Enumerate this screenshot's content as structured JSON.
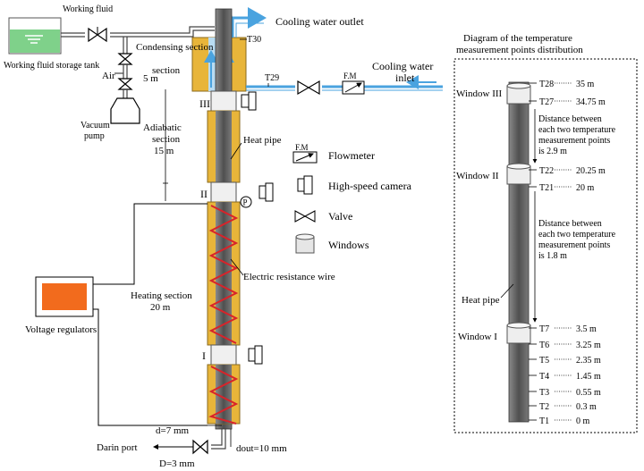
{
  "labels": {
    "working_fluid": "Working fluid",
    "storage_tank": "Working fluid storage tank",
    "condensing_section": "Condensing section",
    "condensing_length": "5 m",
    "air": "Air",
    "vacuum_pump": "Vacuum pump",
    "adiabatic_section": "Adiabatic section",
    "adiabatic_length": "15 m",
    "heat_pipe": "Heat pipe",
    "window_III": "III",
    "window_II": "II",
    "window_I": "I",
    "heating_section": "Heating section",
    "heating_length": "20 m",
    "voltage_regulators": "Voltage regulators",
    "electric_wire": "Electric resistance wire",
    "cooling_outlet": "Cooling water outlet",
    "cooling_inlet": "Cooling water inlet",
    "t30": "T30",
    "t29": "T29",
    "fm": "F.M",
    "pressure": "P",
    "drain_port": "Darin port",
    "d_inner": "d=7 mm",
    "d_outer": "dout=10 mm",
    "D_drain": "D=3 mm"
  },
  "legend": {
    "flowmeter": "Flowmeter",
    "camera": "High-speed camera",
    "valve": "Valve",
    "windows": "Windows",
    "fm": "F.M"
  },
  "distribution": {
    "title": "Diagram of the temperature measurement points distribution",
    "window_III": "Window III",
    "window_II": "Window II",
    "window_I": "Window I",
    "heat_pipe": "Heat pipe",
    "note_upper": "Distance between each two temperature measurement points is 2.9 m",
    "note_lower": "Distance between each two temperature measurement points is 1.8 m",
    "points": [
      {
        "label": "T28",
        "value": "35 m"
      },
      {
        "label": "T27",
        "value": "34.75 m"
      },
      {
        "label": "T22",
        "value": "20.25 m"
      },
      {
        "label": "T21",
        "value": "20 m"
      },
      {
        "label": "T7",
        "value": "3.5 m"
      },
      {
        "label": "T6",
        "value": "3.25 m"
      },
      {
        "label": "T5",
        "value": "2.35 m"
      },
      {
        "label": "T4",
        "value": "1.45 m"
      },
      {
        "label": "T3",
        "value": "0.55 m"
      },
      {
        "label": "T2",
        "value": "0.3 m"
      },
      {
        "label": "T1",
        "value": "0 m"
      }
    ]
  },
  "colors": {
    "insulation": "#e8b53a",
    "pipe": "#6b6b6b",
    "cooling_water": "#4aa3df",
    "voltage_box": "#f26b1d",
    "wire": "#d8232a",
    "tank_liquid": "#7fd18a"
  }
}
